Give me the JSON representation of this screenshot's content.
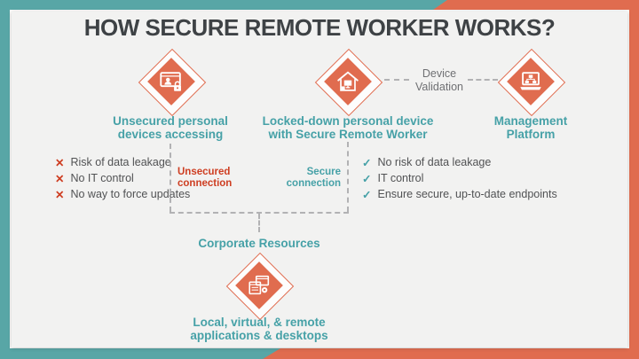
{
  "title": "HOW SECURE REMOTE WORKER WORKS?",
  "colors": {
    "teal": "#46A1A7",
    "teal_border": "#58A6A6",
    "orange": "#E06C4F",
    "red": "#CE3E22",
    "title_dark": "#3E4245",
    "list_text": "#515254",
    "muted_gray": "#6F7073",
    "dash_gray": "#B2B2B4",
    "card_bg": "#F2F2F1"
  },
  "nodes": {
    "unsecured": {
      "label": "Unsecured personal\ndevices accessing",
      "icon": "person-screen-lock-icon"
    },
    "locked_down": {
      "label": "Locked-down personal device\nwith Secure Remote Worker",
      "icon": "secured-home-devices-icon"
    },
    "management": {
      "label": "Management\nPlatform",
      "icon": "laptop-hierarchy-icon"
    },
    "resources_hub": {
      "label": "Corporate Resources"
    },
    "apps": {
      "label": "Local, virtual, & remote\napplications & desktops",
      "icon": "app-windows-gear-icon"
    }
  },
  "device_validation": {
    "label": "Device\nValidation"
  },
  "cons": {
    "marker": "✕",
    "items": [
      "Risk of data leakage",
      "No IT control",
      "No way to force updates"
    ]
  },
  "pros": {
    "marker": "✓",
    "items": [
      "No risk of data leakage",
      "IT control",
      "Ensure secure, up-to-date endpoints"
    ]
  },
  "connections": {
    "unsecured_label": "Unsecured\nconnection",
    "secure_label": "Secure\nconnection"
  }
}
